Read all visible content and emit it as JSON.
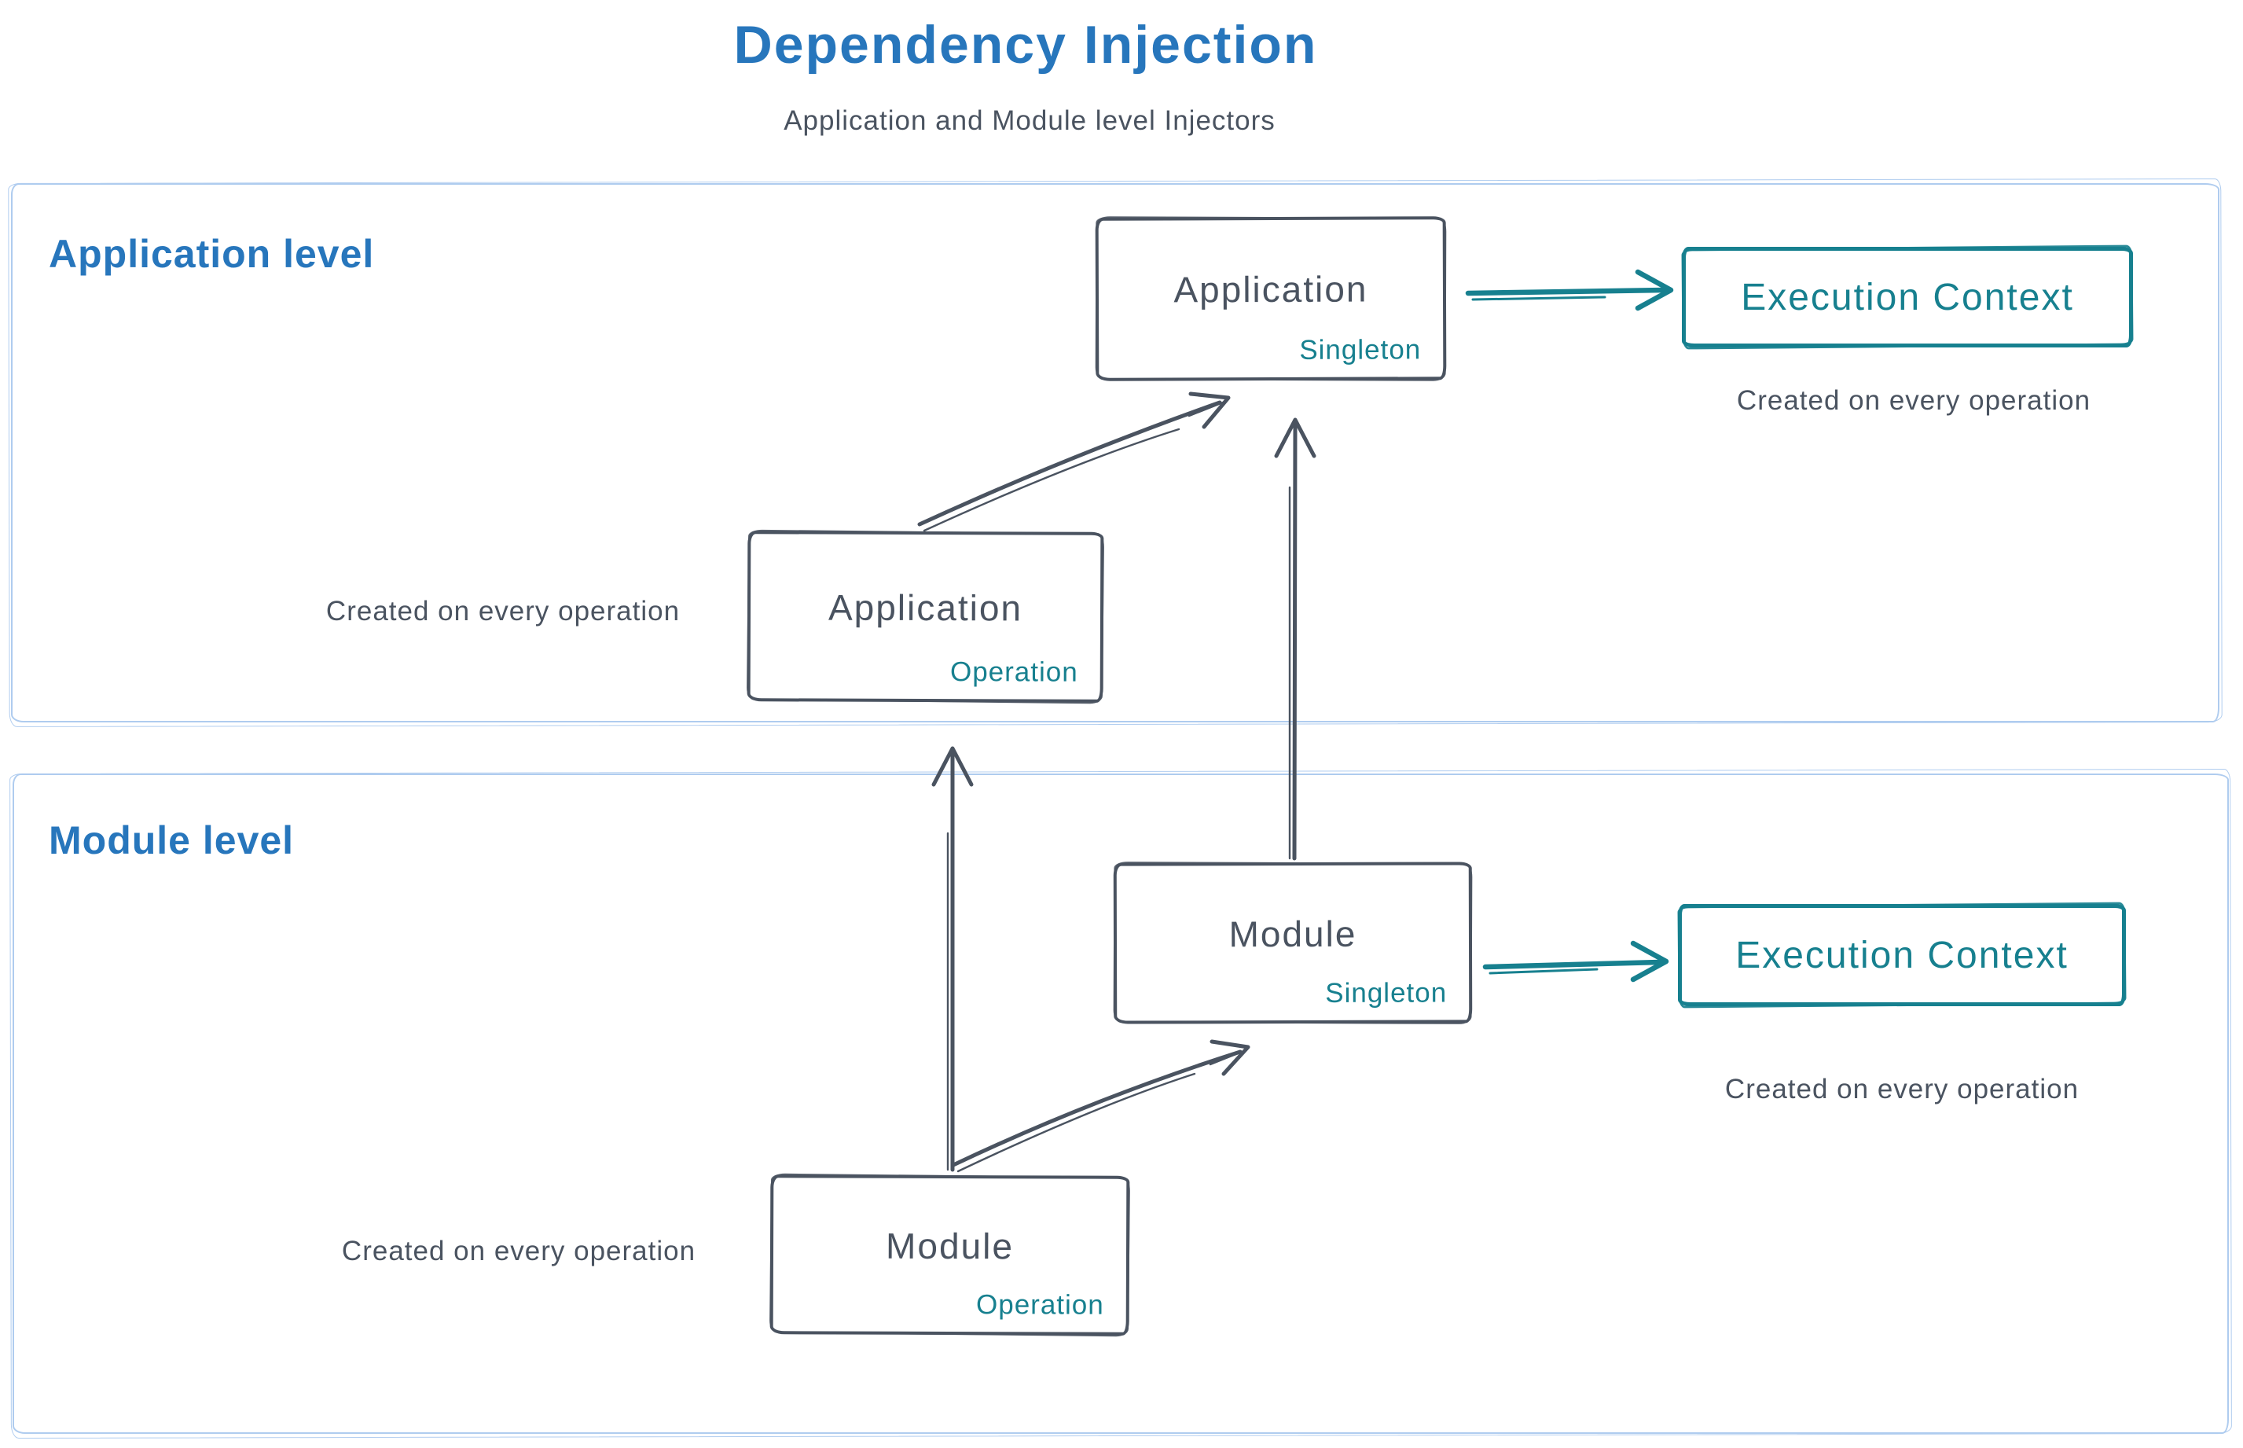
{
  "page": {
    "title": "Dependency Injection",
    "subtitle": "Application and Module level Injectors"
  },
  "colors": {
    "title_blue": "#2776BC",
    "ink": "#4A5360",
    "teal": "#17808F",
    "container_border": "#AFCCEF",
    "background": "#FFFFFF"
  },
  "application_level": {
    "label": "Application level",
    "singleton_box": {
      "title": "Application",
      "badge": "Singleton"
    },
    "operation_box": {
      "title": "Application",
      "badge": "Operation"
    },
    "execution_box": {
      "title": "Execution Context"
    },
    "operation_caption": "Created on every operation",
    "execution_caption": "Created on every operation"
  },
  "module_level": {
    "label": "Module level",
    "singleton_box": {
      "title": "Module",
      "badge": "Singleton"
    },
    "operation_box": {
      "title": "Module",
      "badge": "Operation"
    },
    "execution_box": {
      "title": "Execution Context"
    },
    "operation_caption": "Created on every operation",
    "execution_caption": "Created on every operation"
  },
  "connections": [
    {
      "from": "Application Operation",
      "to": "Application Singleton"
    },
    {
      "from": "Module Singleton",
      "to": "Application Singleton"
    },
    {
      "from": "Module Operation",
      "to": "Application Operation"
    },
    {
      "from": "Module Operation",
      "to": "Module Singleton"
    },
    {
      "from": "Application Singleton",
      "to": "Execution Context (application level)"
    },
    {
      "from": "Module Singleton",
      "to": "Execution Context (module level)"
    }
  ]
}
